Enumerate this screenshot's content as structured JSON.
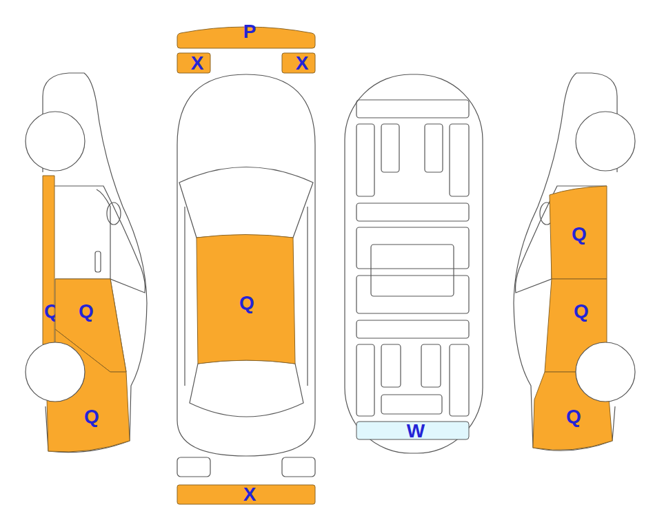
{
  "diagram": {
    "nodes": [
      {
        "text": [
          "P"
        ]
      },
      {
        "text": [
          "X"
        ]
      },
      {
        "text": [
          "X"
        ]
      },
      {
        "text": [
          "Q"
        ]
      },
      {
        "text": [
          "Q"
        ]
      },
      {
        "text": [
          "Q"
        ]
      },
      {
        "text": [
          "Q"
        ]
      },
      {
        "text": [
          "Q"
        ]
      },
      {
        "text": [
          "W"
        ]
      },
      {
        "text": [
          "Q"
        ]
      },
      {
        "text": [
          "Q"
        ]
      },
      {
        "text": [
          "X"
        ]
      }
    ]
  }
}
